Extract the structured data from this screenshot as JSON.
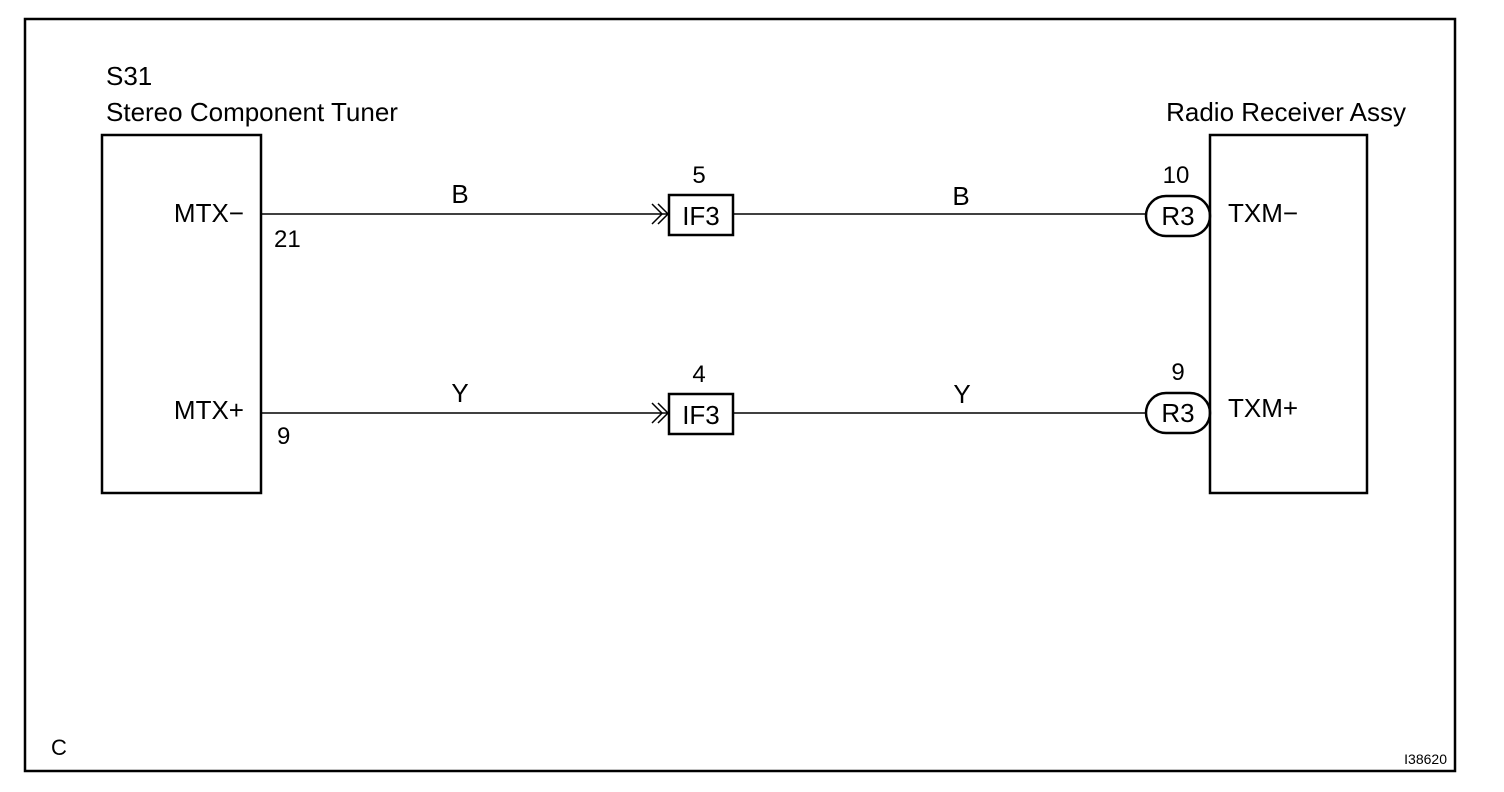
{
  "corner_label": "C",
  "figure_id": "I38620",
  "left_component": {
    "code": "S31",
    "name": "Stereo Component Tuner",
    "pins": [
      {
        "signal": "MTX−",
        "pin": "21"
      },
      {
        "signal": "MTX+",
        "pin": "9"
      }
    ]
  },
  "right_component": {
    "name": "Radio Receiver Assy",
    "connector": "R3",
    "pins": [
      {
        "signal": "TXM−",
        "pin": "10"
      },
      {
        "signal": "TXM+",
        "pin": "9"
      }
    ]
  },
  "junction": {
    "connector": "IF3",
    "pins": [
      "5",
      "4"
    ]
  },
  "wires": [
    {
      "color_left": "B",
      "color_right": "B"
    },
    {
      "color_left": "Y",
      "color_right": "Y"
    }
  ]
}
